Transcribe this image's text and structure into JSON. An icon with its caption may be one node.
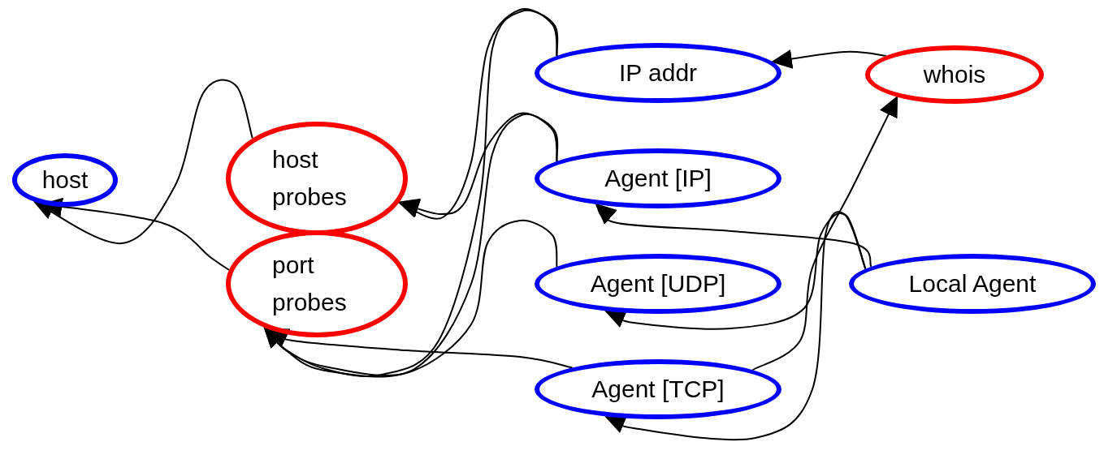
{
  "diagram": {
    "nodes": [
      {
        "text": [
          "host"
        ]
      },
      {
        "text": [
          "host probes"
        ]
      },
      {
        "text": [
          "port probes"
        ]
      },
      {
        "text": [
          "IP addr"
        ]
      },
      {
        "text": [
          "Agent [IP]"
        ]
      },
      {
        "text": [
          "Agent [UDP]"
        ]
      },
      {
        "text": [
          "Agent [TCP]"
        ]
      },
      {
        "text": [
          "whois"
        ]
      },
      {
        "text": [
          "Local Agent"
        ]
      }
    ],
    "edges": [
      {
        "from": 1,
        "to": 0,
        "arrow": "to"
      },
      {
        "from": 2,
        "to": 0,
        "arrow": "to"
      },
      {
        "from": 3,
        "to": 1,
        "arrow": "to"
      },
      {
        "from": 3,
        "to": 2,
        "arrow": "to"
      },
      {
        "from": 4,
        "to": 1,
        "arrow": "to"
      },
      {
        "from": 4,
        "to": 2,
        "arrow": "to"
      },
      {
        "from": 5,
        "to": 2,
        "arrow": "to"
      },
      {
        "from": 6,
        "to": 2,
        "arrow": "to"
      },
      {
        "from": 8,
        "to": 4,
        "arrow": "to"
      },
      {
        "from": 8,
        "to": 5,
        "arrow": "to"
      },
      {
        "from": 8,
        "to": 6,
        "arrow": "to"
      },
      {
        "from": 6,
        "to": 7,
        "arrow": "to"
      },
      {
        "from": 7,
        "to": 3,
        "arrow": "to"
      }
    ]
  }
}
